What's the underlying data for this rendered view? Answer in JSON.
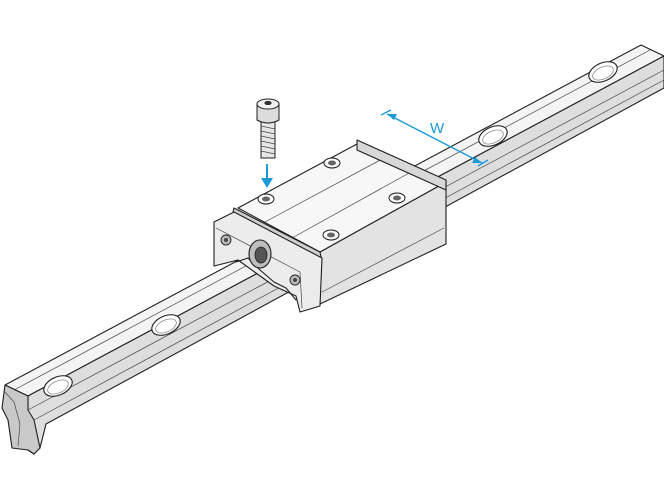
{
  "diagram": {
    "dimension_label": "W",
    "accent_color": "#1a9bd7",
    "parts": [
      "linear-guide-rail",
      "carriage-block",
      "socket-head-cap-screw",
      "rail-mounting-holes",
      "width-dimension-arrow",
      "insertion-arrow"
    ]
  }
}
